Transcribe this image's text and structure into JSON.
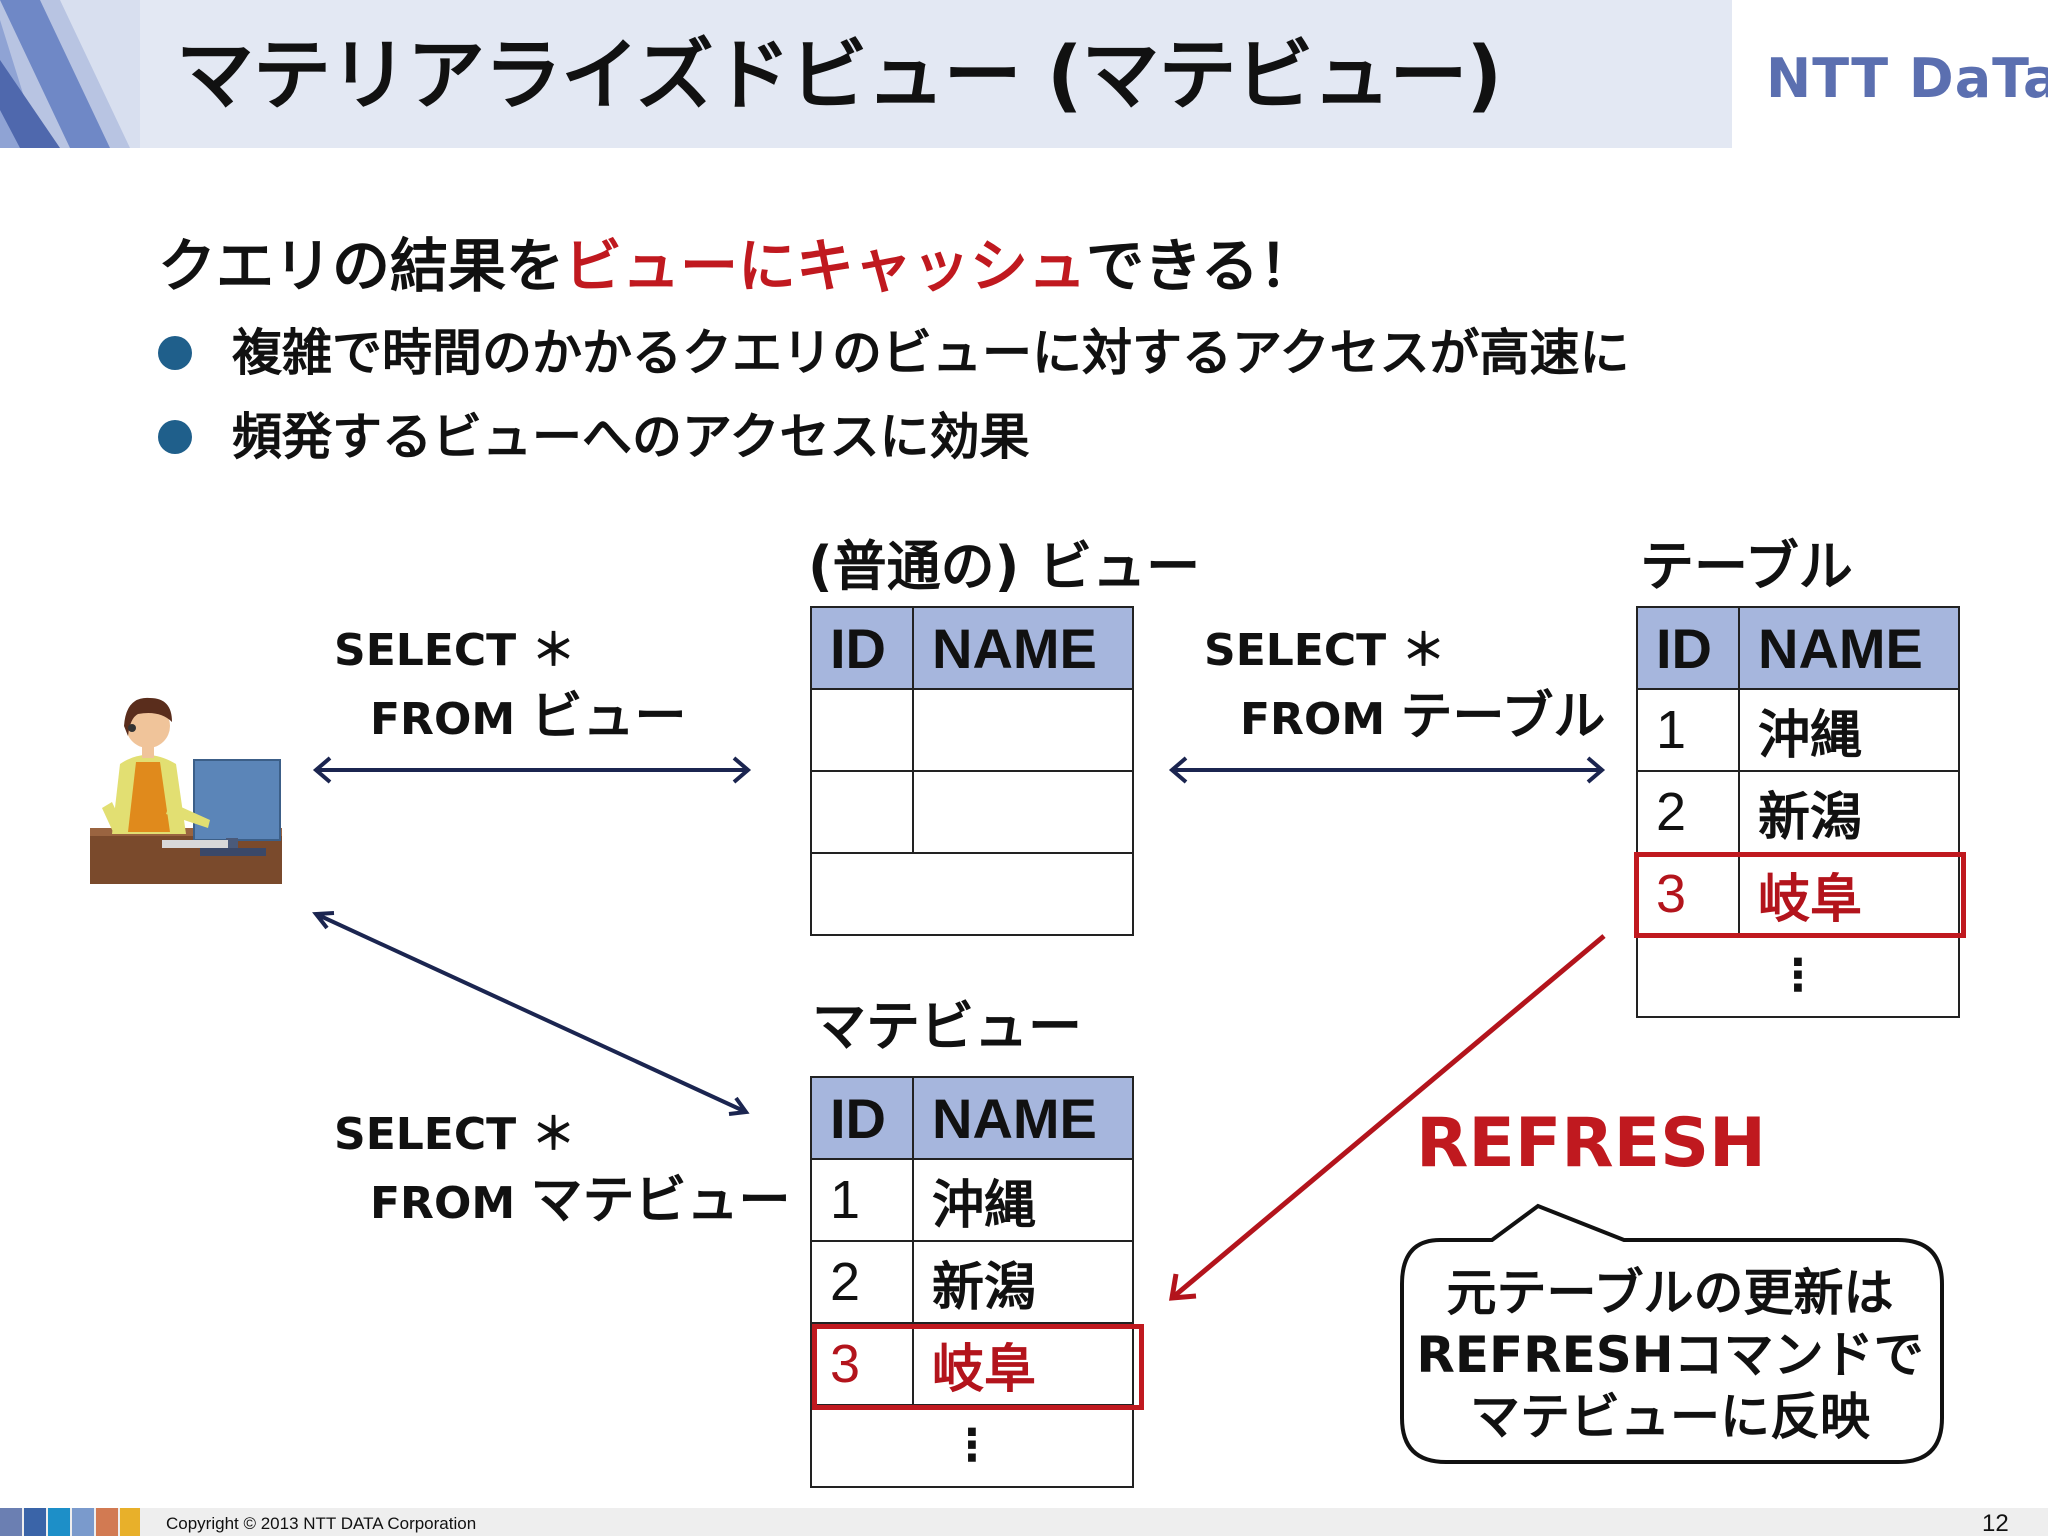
{
  "header": {
    "title": "マテリアライズドビュー (マテビュー)",
    "logo": "NTT DaTa"
  },
  "lead": {
    "prefix": "クエリの結果を",
    "highlight": "ビューにキャッシュ",
    "suffix": "できる！"
  },
  "bullets": [
    "複雑で時間のかかるクエリのビューに対するアクセスが高速に",
    "頻発するビューへのアクセスに効果"
  ],
  "view_section": {
    "label": "(普通の) ビュー",
    "columns": [
      "ID",
      "NAME"
    ]
  },
  "table_section": {
    "label": "テーブル",
    "columns": [
      "ID",
      "NAME"
    ],
    "rows": [
      {
        "id": "1",
        "name": "沖縄"
      },
      {
        "id": "2",
        "name": "新潟"
      },
      {
        "id": "3",
        "name": "岐阜"
      }
    ],
    "ellipsis": "⋮"
  },
  "matview_section": {
    "label": "マテビュー",
    "columns": [
      "ID",
      "NAME"
    ],
    "rows": [
      {
        "id": "1",
        "name": "沖縄"
      },
      {
        "id": "2",
        "name": "新潟"
      },
      {
        "id": "3",
        "name": "岐阜"
      }
    ],
    "ellipsis": "⋮"
  },
  "queries": {
    "view": {
      "select": "SELECT ＊",
      "from": "FROM",
      "target": "ビュー"
    },
    "table": {
      "select": "SELECT ＊",
      "from": "FROM",
      "target": "テーブル"
    },
    "matview": {
      "select": "SELECT ＊",
      "from": "FROM",
      "target": "マテビュー"
    }
  },
  "refresh_label": "REFRESH",
  "callout": {
    "lines": [
      "元テーブルの更新は",
      "REFRESHコマンドで",
      "マテビューに反映"
    ]
  },
  "footer": {
    "copyright": "Copyright © 2013 NTT DATA Corporation",
    "page_number": "12"
  },
  "colors": {
    "accent_red": "#c0191f",
    "header_band": "#e3e8f3",
    "table_header": "#a6b6dd",
    "arrow_navy": "#1b2550",
    "bullet_blue": "#1f5f8b",
    "logo_blue": "#5b6fb0"
  }
}
